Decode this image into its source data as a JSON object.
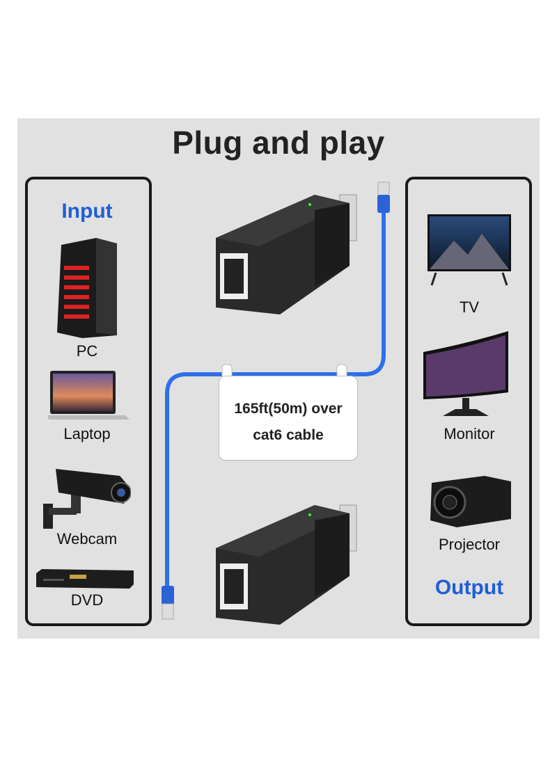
{
  "title": "Plug and play",
  "input": {
    "heading": "Input",
    "devices": [
      {
        "label": "PC",
        "icon": "pc-tower-icon"
      },
      {
        "label": "Laptop",
        "icon": "laptop-icon"
      },
      {
        "label": "Webcam",
        "icon": "webcam-icon"
      },
      {
        "label": "DVD",
        "icon": "dvd-player-icon"
      }
    ]
  },
  "output": {
    "heading": "Output",
    "devices": [
      {
        "label": "TV",
        "icon": "tv-icon"
      },
      {
        "label": "Monitor",
        "icon": "monitor-icon"
      },
      {
        "label": "Projector",
        "icon": "projector-icon"
      }
    ]
  },
  "cable_note": {
    "line1": "165ft(50m) over",
    "line2": "cat6 cable"
  },
  "colors": {
    "accent": "#1f5fd6",
    "cable": "#2f6fe8",
    "panel": "#e1e1e1",
    "device": "#222222"
  }
}
